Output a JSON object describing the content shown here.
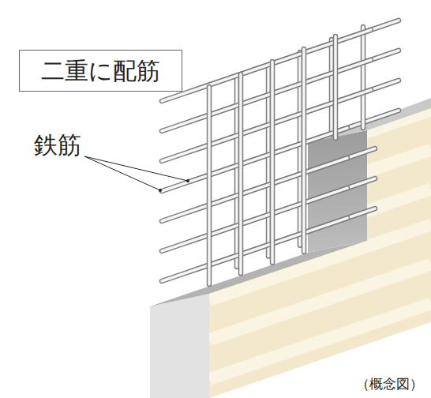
{
  "diagram": {
    "nodes": [
      {
        "text": [
          "二重に配筋"
        ]
      }
    ],
    "labels": [
      "鉄筋",
      "（概念図）"
    ]
  }
}
